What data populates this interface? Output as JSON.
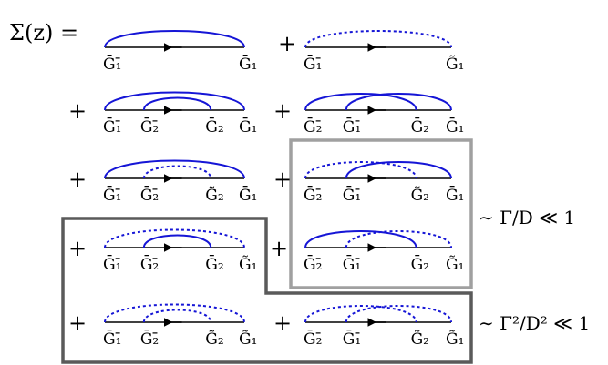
{
  "equation": {
    "lhs": "Σ(z) =",
    "plus": "+",
    "scale_1": "∼ Γ/D ≪ 1",
    "scale_2": "∼ Γ²/D² ≪ 1"
  },
  "diagrams": [
    {
      "labels": [
        "Ḡ₁̄",
        "Ḡ₁"
      ],
      "arcs": [
        "solid"
      ]
    },
    {
      "labels": [
        "Ḡ₁̄",
        "G̃₁"
      ],
      "arcs": [
        "dashed"
      ]
    },
    {
      "labels": [
        "Ḡ₁̄",
        "Ḡ₂̄",
        "Ḡ₂",
        "Ḡ₁"
      ],
      "arcs": [
        "solid",
        "solid"
      ]
    },
    {
      "labels": [
        "Ḡ₂̄",
        "Ḡ₁̄",
        "Ḡ₂",
        "Ḡ₁"
      ],
      "arcs": [
        "solid",
        "solid"
      ]
    },
    {
      "labels": [
        "Ḡ₁̄",
        "Ḡ₂̄",
        "G̃₂",
        "Ḡ₁"
      ],
      "arcs": [
        "solid",
        "dashed"
      ]
    },
    {
      "labels": [
        "Ḡ₂̄",
        "Ḡ₁̄",
        "G̃₂",
        "Ḡ₁"
      ],
      "arcs": [
        "dashed",
        "solid"
      ]
    },
    {
      "labels": [
        "Ḡ₁̄",
        "Ḡ₂̄",
        "Ḡ₂",
        "G̃₁"
      ],
      "arcs": [
        "dashed",
        "solid"
      ]
    },
    {
      "labels": [
        "Ḡ₂̄",
        "Ḡ₁̄",
        "Ḡ₂",
        "G̃₁"
      ],
      "arcs": [
        "solid",
        "dashed"
      ]
    },
    {
      "labels": [
        "Ḡ₁̄",
        "Ḡ₂̄",
        "G̃₂",
        "G̃₁"
      ],
      "arcs": [
        "dashed",
        "dashed"
      ]
    },
    {
      "labels": [
        "Ḡ₂̄",
        "Ḡ₁̄",
        "G̃₂",
        "G̃₁"
      ],
      "arcs": [
        "dashed",
        "dashed"
      ]
    }
  ],
  "colors": {
    "arc": "#1515d6",
    "line": "#000000",
    "box_light": "#a0a0a0",
    "box_dark": "#5a5a5a"
  }
}
